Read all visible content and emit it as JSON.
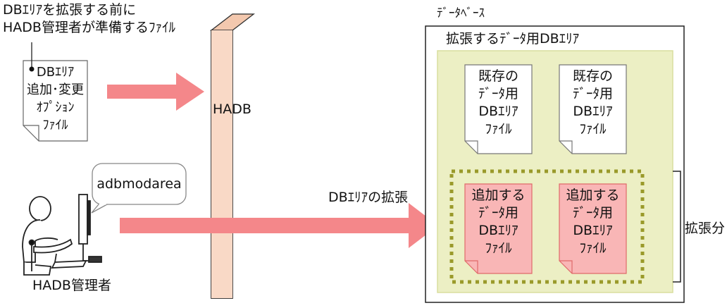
{
  "option_file_caption": [
    "DBｴﾘｱを拡張する前に",
    "HADB管理者が準備するﾌｧｲﾙ"
  ],
  "option_file": [
    "DBｴﾘｱ",
    "追加･変更",
    "ｵﾌﾟｼｮﾝ",
    "ﾌｧｲﾙ"
  ],
  "hadb_label": "HADB",
  "command_bubble": "adbmodarea",
  "admin_label": "HADB管理者",
  "arrow_label": "DBｴﾘｱの拡張",
  "database_label": "ﾃﾞｰﾀﾍﾞｰｽ",
  "data_area_label": "拡張するﾃﾞｰﾀ用DBｴﾘｱ",
  "existing_files": [
    [
      "既存の",
      "ﾃﾞｰﾀ用",
      "DBｴﾘｱ",
      "ﾌｧｲﾙ"
    ],
    [
      "既存の",
      "ﾃﾞｰﾀ用",
      "DBｴﾘｱ",
      "ﾌｧｲﾙ"
    ]
  ],
  "added_files": [
    [
      "追加する",
      "ﾃﾞｰﾀ用",
      "DBｴﾘｱ",
      "ﾌｧｲﾙ"
    ],
    [
      "追加する",
      "ﾃﾞｰﾀ用",
      "DBｴﾘｱ",
      "ﾌｧｲﾙ"
    ]
  ],
  "expansion_label": "拡張分",
  "colors": {
    "arrow": "#f4878a",
    "hadb_fill": "#f9d9c6",
    "hadb_side": "#d9a98d",
    "area_fill": "#ecefc4",
    "area_border": "#d9dd9e",
    "dotted": "#9a9a2a",
    "added_fill": "#f9b6b6",
    "added_border": "#e06a6a"
  }
}
